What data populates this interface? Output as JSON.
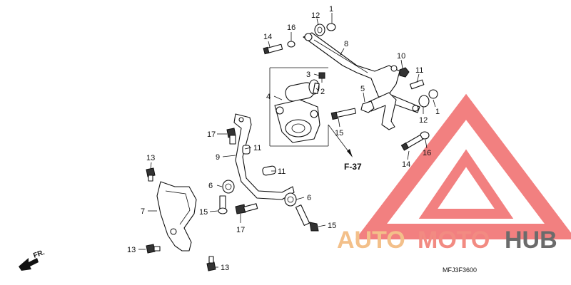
{
  "diagram": {
    "ref_code": "MFJ3F3600",
    "front_label": "FR.",
    "section_ref": "F-37",
    "brand": {
      "word1": "AUTO",
      "word2": "MOTO",
      "word3": "HUB",
      "colors": {
        "auto": "#f3c08a",
        "moto": "#f28b82",
        "hub": "#6b6b6b",
        "triangle": "#f06a6a"
      }
    },
    "callouts": [
      {
        "id": "c1",
        "text": "1"
      },
      {
        "id": "c12",
        "text": "12"
      },
      {
        "id": "c16",
        "text": "16"
      },
      {
        "id": "c14",
        "text": "14"
      },
      {
        "id": "c8",
        "text": "8"
      },
      {
        "id": "c10",
        "text": "10"
      },
      {
        "id": "c11a",
        "text": "11"
      },
      {
        "id": "c3",
        "text": "3"
      },
      {
        "id": "c2",
        "text": "2"
      },
      {
        "id": "c4",
        "text": "4"
      },
      {
        "id": "c5",
        "text": "5"
      },
      {
        "id": "c15a",
        "text": "15"
      },
      {
        "id": "c12b",
        "text": "12"
      },
      {
        "id": "c1b",
        "text": "1"
      },
      {
        "id": "c16b",
        "text": "16"
      },
      {
        "id": "c14b",
        "text": "14"
      },
      {
        "id": "c17a",
        "text": "17"
      },
      {
        "id": "c9",
        "text": "9"
      },
      {
        "id": "c11b",
        "text": "11"
      },
      {
        "id": "c11c",
        "text": "11"
      },
      {
        "id": "c13a",
        "text": "13"
      },
      {
        "id": "c6a",
        "text": "6"
      },
      {
        "id": "c15b",
        "text": "15"
      },
      {
        "id": "c7",
        "text": "7"
      },
      {
        "id": "c6b",
        "text": "6"
      },
      {
        "id": "c17b",
        "text": "17"
      },
      {
        "id": "c15c",
        "text": "15"
      },
      {
        "id": "c13b",
        "text": "13"
      },
      {
        "id": "c13c",
        "text": "13"
      }
    ]
  }
}
